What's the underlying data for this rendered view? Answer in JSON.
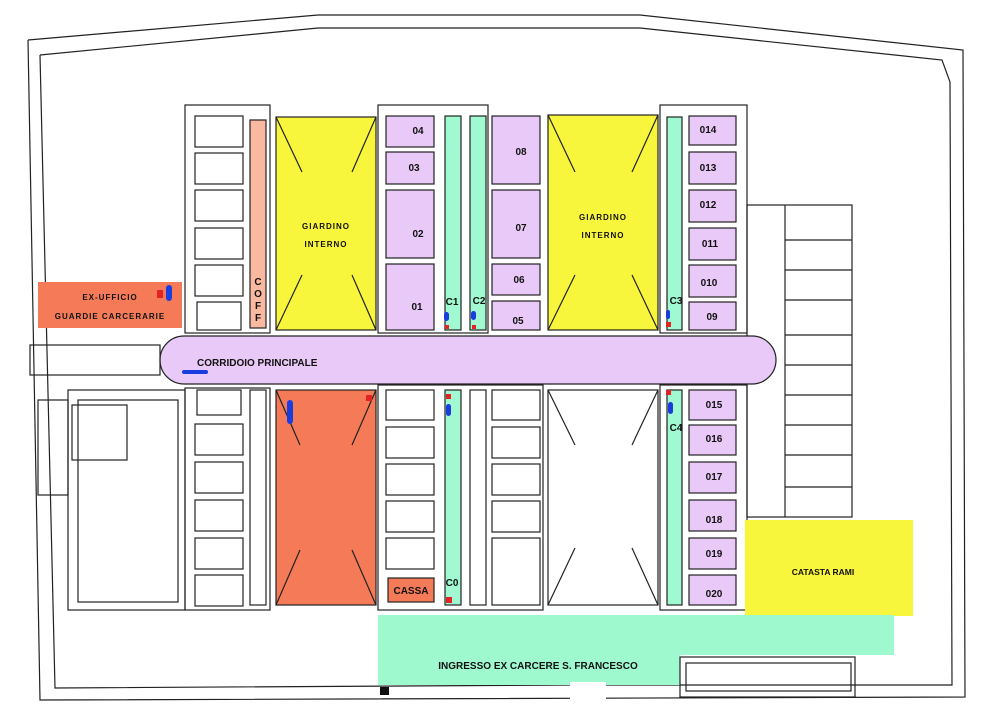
{
  "colors": {
    "room": "#e9c9f7",
    "corridor": "#e9c9f7",
    "garden": "#f8f63c",
    "orange": "#f57b58",
    "coff": "#f9b8a0",
    "stair": "#a0f9d0",
    "entrance": "#9ff9cf",
    "extinguisher": "#e52222",
    "hydrant": "#1a3de0"
  },
  "labels": {
    "ex_ufficio_1": "EX-UFFICIO",
    "ex_ufficio_2": "GUARDIE CARCERARIE",
    "coff": [
      "C",
      "O",
      "F",
      "F"
    ],
    "giardino_1": "GIARDINO",
    "giardino_2": "INTERNO",
    "corridoio": "CORRIDOIO PRINCIPALE",
    "cassa": "CASSA",
    "catasta": "CATASTA RAMI",
    "ingresso": "INGRESSO EX CARCERE S. FRANCESCO",
    "c0": "C0",
    "c1": "C1",
    "c2": "C2",
    "c3": "C3",
    "c4": "C4"
  },
  "rooms": {
    "r04": "04",
    "r03": "03",
    "r02": "02",
    "r01": "01",
    "r08": "08",
    "r07": "07",
    "r06": "06",
    "r05": "05",
    "r014": "014",
    "r013": "013",
    "r012": "012",
    "r011": "011",
    "r010": "010",
    "r09": "09",
    "r015": "015",
    "r016": "016",
    "r017": "017",
    "r018": "018",
    "r019": "019",
    "r020": "020"
  }
}
